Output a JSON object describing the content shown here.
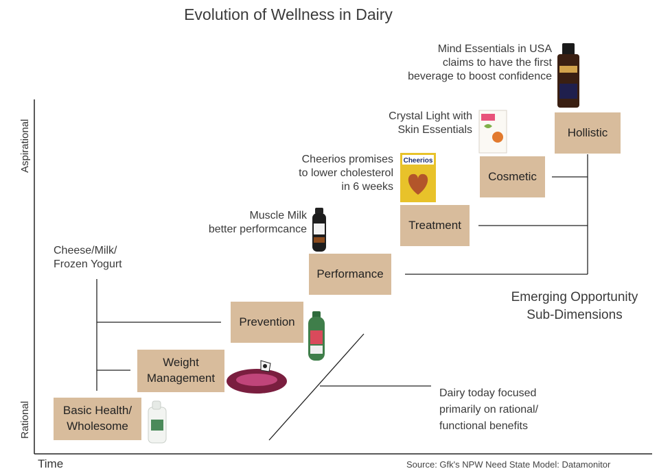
{
  "title": "Evolution of Wellness in Dairy",
  "y_axis": {
    "top_label": "Aspirational",
    "bottom_label": "Rational"
  },
  "x_axis": {
    "label": "Time"
  },
  "source": "Source: Gfk's NPW Need State Model: Datamonitor",
  "stages": [
    {
      "id": "basic-health",
      "line1": "Basic Health/",
      "line2": "Wholesome"
    },
    {
      "id": "weight-management",
      "line1": "Weight",
      "line2": "Management"
    },
    {
      "id": "prevention",
      "line1": "Prevention"
    },
    {
      "id": "performance",
      "line1": "Performance"
    },
    {
      "id": "treatment",
      "line1": "Treatment"
    },
    {
      "id": "cosmetic",
      "line1": "Cosmetic"
    },
    {
      "id": "hollistic",
      "line1": "Hollistic"
    }
  ],
  "notes": {
    "cheese": [
      "Cheese/Milk/",
      "Frozen Yogurt"
    ],
    "muscle_milk": [
      "Muscle Milk",
      "better performcance"
    ],
    "cheerios": [
      "Cheerios promises",
      "to lower cholesterol",
      "in 6 weeks"
    ],
    "crystal_light": [
      "Crystal Light with",
      "Skin Essentials"
    ],
    "mind_essentials": [
      "Mind Essentials in USA",
      "claims to have the first",
      "beverage to boost confidence"
    ],
    "emerging": [
      "Emerging Opportunity",
      "Sub-Dimensions"
    ],
    "dairy_today": [
      "Dairy today focused",
      "primarily on rational/",
      "functional benefits"
    ]
  },
  "colors": {
    "stage_box": "#d8bc9c",
    "lines": "#222222"
  }
}
